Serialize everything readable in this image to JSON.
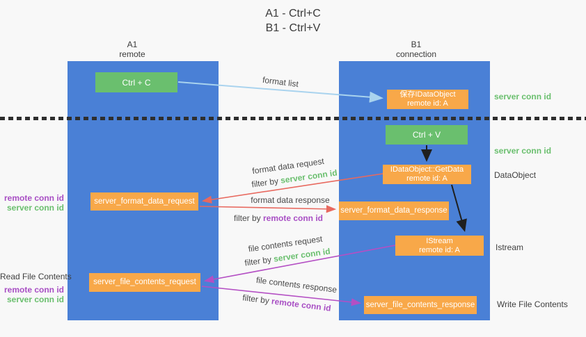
{
  "title": {
    "line1": "A1 - Ctrl+C",
    "line2": "B1 - Ctrl+V"
  },
  "left_column": {
    "header_top": "A1",
    "header_bottom": "remote"
  },
  "right_column": {
    "header_top": "B1",
    "header_bottom": "connection"
  },
  "boxes": {
    "ctrl_c": "Ctrl + C",
    "ctrl_v": "Ctrl + V",
    "save_dataobject_line1": "保存IDataObject",
    "save_dataobject_line2": "remote id: A",
    "getdata_line1": "IDataObject::GetData",
    "getdata_line2": "remote id: A",
    "istream_line1": "IStream",
    "istream_line2": "remote id: A",
    "format_data_request": "server_format_data_request",
    "format_data_response": "server_format_data_response",
    "file_contents_request": "server_file_contents_request",
    "file_contents_response": "server_file_contents_response"
  },
  "arrow_labels": {
    "format_list": "format list",
    "format_data_request": "format data request",
    "format_data_response": "format data response",
    "file_contents_request": "file contents request",
    "file_contents_response": "file contents response",
    "filter_prefix": "filter by ",
    "server_conn_id": "server conn id",
    "remote_conn_id": "remote conn id"
  },
  "side_labels": {
    "server_conn_id_top": "server conn id",
    "server_conn_id_mid": "server conn id",
    "dataobject": "DataObject",
    "istream": "Istream",
    "write_file_contents": "Write File Contents",
    "read_file_contents": "Read File Contents",
    "remote_conn_id_1": "remote conn id",
    "server_conn_id_1": "server conn id",
    "remote_conn_id_2": "remote conn id",
    "server_conn_id_2": "server conn id"
  },
  "colors": {
    "column_blue": "#4a80d6",
    "box_green": "#6abf6e",
    "box_orange": "#f8a849",
    "arrow_light_blue": "#a9d3ee",
    "arrow_red": "#e8695f",
    "arrow_magenta": "#b44fc4",
    "arrow_black": "#1f1f1f",
    "text_green": "#6abf6e",
    "text_purple": "#a84fc4",
    "divider_dark": "#2e2e2e"
  }
}
